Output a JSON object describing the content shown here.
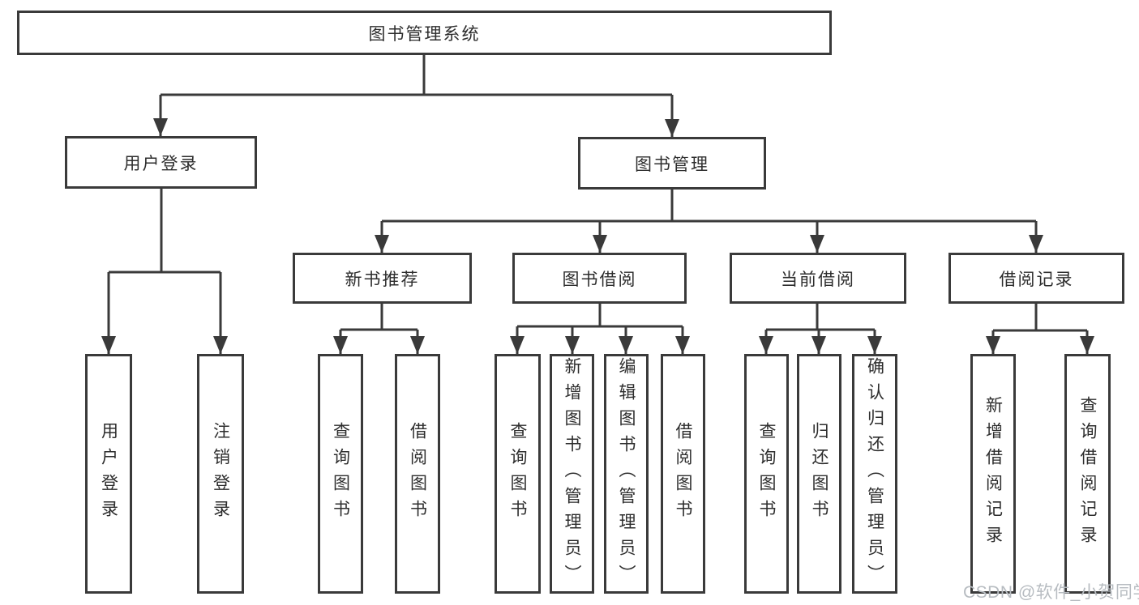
{
  "watermark": "CSDN @软件_小贺同学",
  "colors": {
    "line": "#3a3a3a",
    "box_border": "#3a3a3a",
    "text": "#2d2d2d",
    "watermark_text": "#b7bcc1",
    "background": "#ffffff"
  },
  "tree": {
    "label": "图书管理系统",
    "children": [
      {
        "label": "用户登录",
        "children": [
          {
            "label": "用户登录"
          },
          {
            "label": "注销登录"
          }
        ]
      },
      {
        "label": "图书管理",
        "children": [
          {
            "label": "新书推荐",
            "children": [
              {
                "label": "查询图书"
              },
              {
                "label": "借阅图书"
              }
            ]
          },
          {
            "label": "图书借阅",
            "children": [
              {
                "label": "查询图书"
              },
              {
                "label": "新增图书（管理员）"
              },
              {
                "label": "编辑图书（管理员）"
              },
              {
                "label": "借阅图书"
              }
            ]
          },
          {
            "label": "当前借阅",
            "children": [
              {
                "label": "查询图书"
              },
              {
                "label": "归还图书"
              },
              {
                "label": "确认归还（管理员）"
              }
            ]
          },
          {
            "label": "借阅记录",
            "children": [
              {
                "label": "新增借阅记录"
              },
              {
                "label": "查询借阅记录"
              }
            ]
          }
        ]
      }
    ]
  }
}
